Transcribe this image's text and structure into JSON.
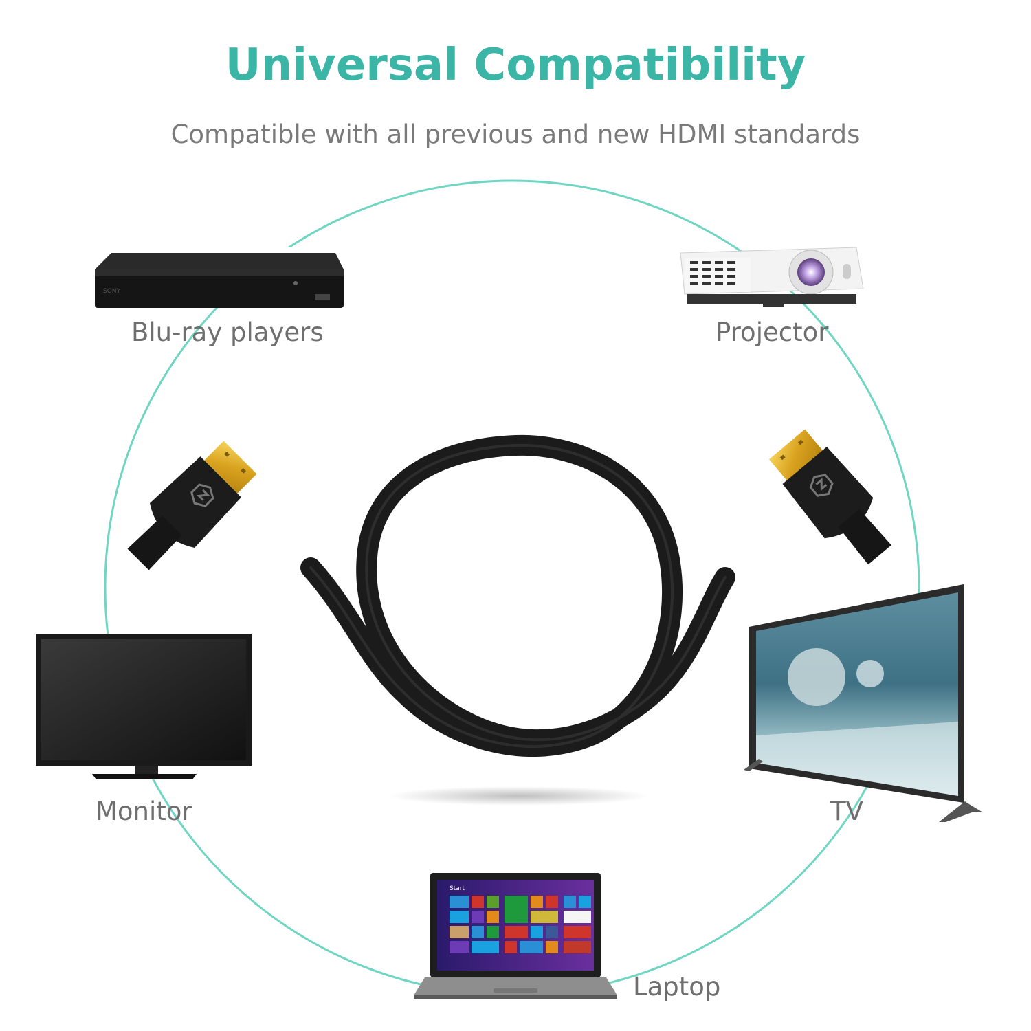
{
  "header": {
    "title": "Universal Compatibility",
    "subtitle": "Compatible with all previous and new HDMI standards"
  },
  "devices": {
    "bluray": "Blu-ray players",
    "projector": "Projector",
    "monitor": "Monitor",
    "tv": "TV",
    "laptop": "Laptop"
  },
  "laptop_screen": {
    "start_label": "Start"
  },
  "colors": {
    "accent": "#3bb5a6",
    "ring": "#6fd6c3",
    "connector_gold": "#e2b52a",
    "cable": "#1b1b1b"
  }
}
